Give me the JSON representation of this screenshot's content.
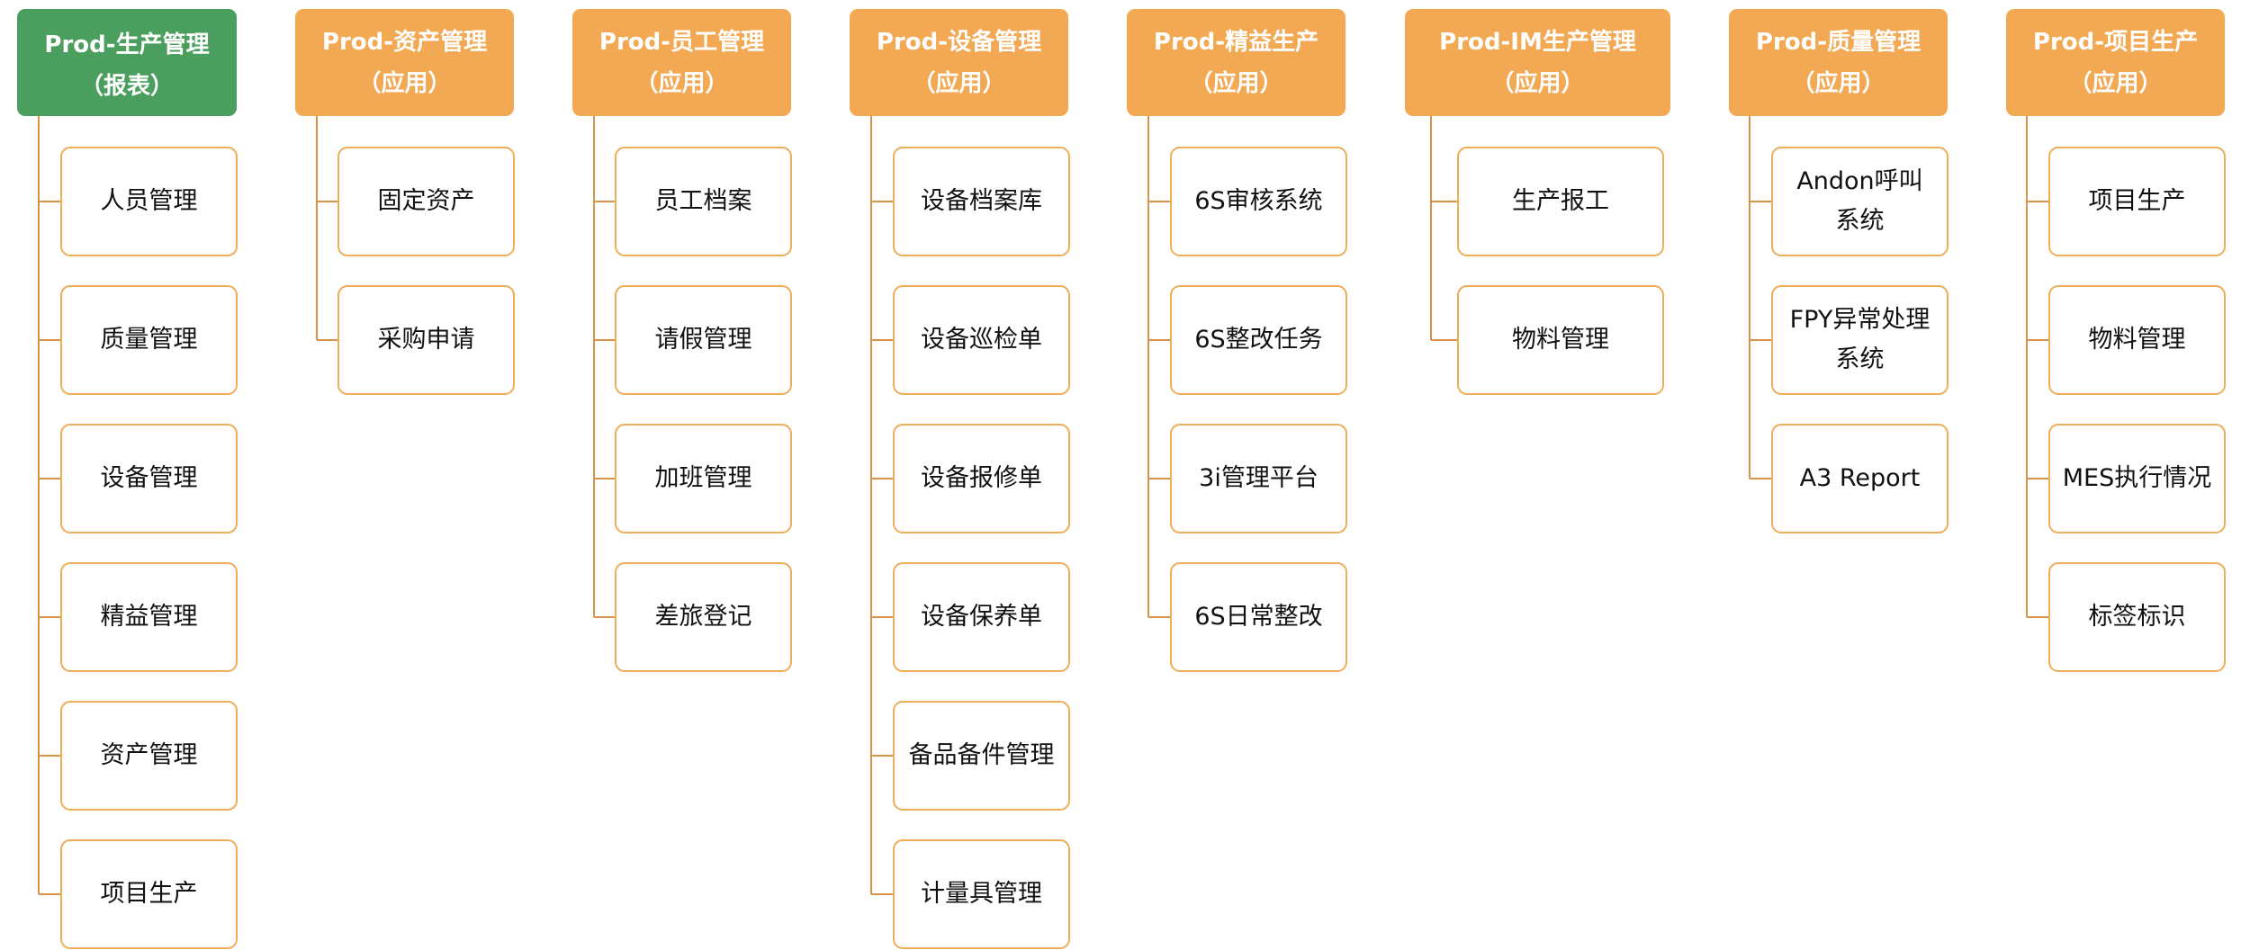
{
  "columns": [
    {
      "title_line1": "Prod-生产管理",
      "title_line2": "（报表）",
      "color": "#4a9e5e",
      "items": [
        "人员管理",
        "质量管理",
        "设备管理",
        "精益管理",
        "资产管理",
        "项目生产"
      ]
    },
    {
      "title_line1": "Prod-资产管理",
      "title_line2": "（应用）",
      "color": "#f3a954",
      "items": [
        "固定资产",
        "采购申请"
      ]
    },
    {
      "title_line1": "Prod-员工管理",
      "title_line2": "（应用）",
      "color": "#f3a954",
      "items": [
        "员工档案",
        "请假管理",
        "加班管理",
        "差旅登记"
      ]
    },
    {
      "title_line1": "Prod-设备管理",
      "title_line2": "（应用）",
      "color": "#f3a954",
      "items": [
        "设备档案库",
        "设备巡检单",
        "设备报修单",
        "设备保养单",
        "备品备件管理",
        "计量具管理"
      ]
    },
    {
      "title_line1": "Prod-精益生产",
      "title_line2": "（应用）",
      "color": "#f3a954",
      "items": [
        "6S审核系统",
        "6S整改任务",
        "3i管理平台",
        "6S日常整改"
      ]
    },
    {
      "title_line1": "Prod-IM生产管理",
      "title_line2": "（应用）",
      "color": "#f3a954",
      "items": [
        "生产报工",
        "物料管理"
      ]
    },
    {
      "title_line1": "Prod-质量管理",
      "title_line2": "（应用）",
      "color": "#f3a954",
      "items": [
        "Andon呼叫\n系统",
        "FPY异常处理\n系统",
        "A3 Report"
      ]
    },
    {
      "title_line1": "Prod-项目生产",
      "title_line2": "（应用）",
      "color": "#f3a954",
      "items": [
        "项目生产",
        "物料管理",
        "MES执行情况",
        "标签标识"
      ]
    }
  ],
  "connector_color": "#d9924a",
  "border_color": "#f0ad58"
}
